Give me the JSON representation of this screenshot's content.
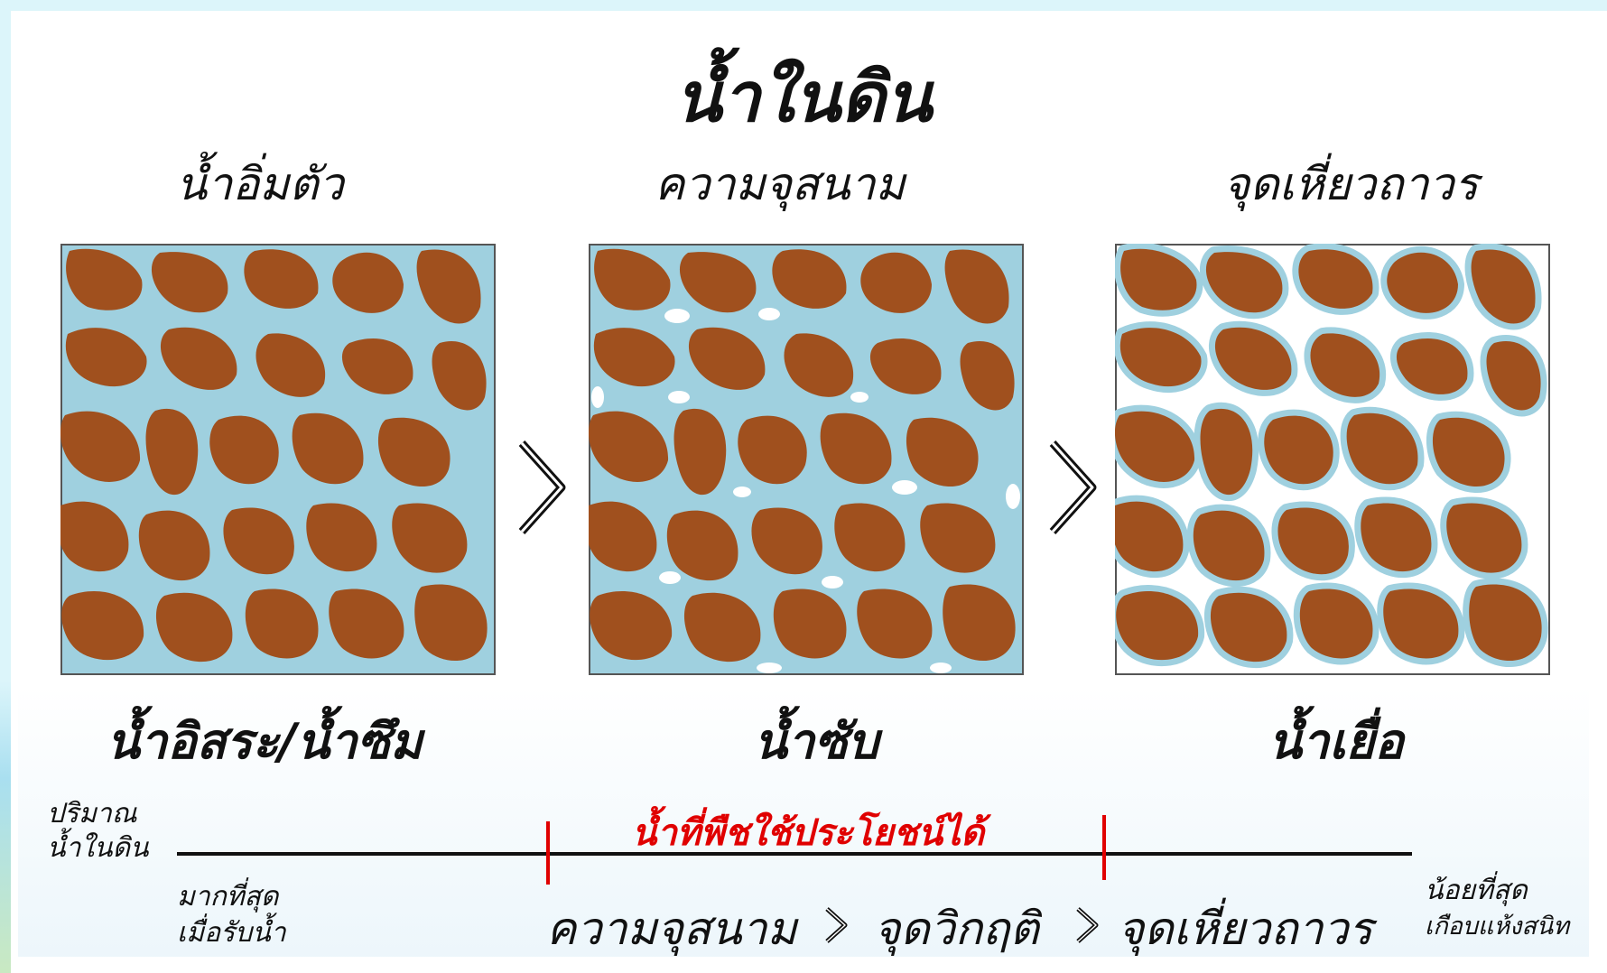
{
  "title": "น้ำในดิน",
  "headings": [
    "น้ำอิ่มตัว",
    "ความจุสนาม",
    "จุดเหี่ยวถาวร"
  ],
  "water_types": [
    "น้ำอิสระ/น้ำซึม",
    "น้ำซับ",
    "น้ำเยื่อ"
  ],
  "scale": {
    "left_label": [
      "ปริมาณ",
      "น้ำในดิน"
    ],
    "most_label": [
      "มากที่สุด",
      "เมื่อรับน้ำ"
    ],
    "least_label": [
      "น้อยที่สุด",
      "เกือบแห้งสนิท"
    ],
    "available_water": "น้ำที่พืชใช้ประโยชน์ได้",
    "stages": [
      "ความจุสนาม",
      "จุดวิกฤติ",
      "จุดเหี่ยวถาวร"
    ]
  },
  "colors": {
    "water": "#9fd0df",
    "soil": "#a0501e",
    "air": "#ffffff",
    "marker": "#e00000"
  },
  "icons": [
    "chevron-right-icon",
    "chevron-right-icon",
    "chevron-right-small-icon",
    "chevron-right-small-icon"
  ]
}
